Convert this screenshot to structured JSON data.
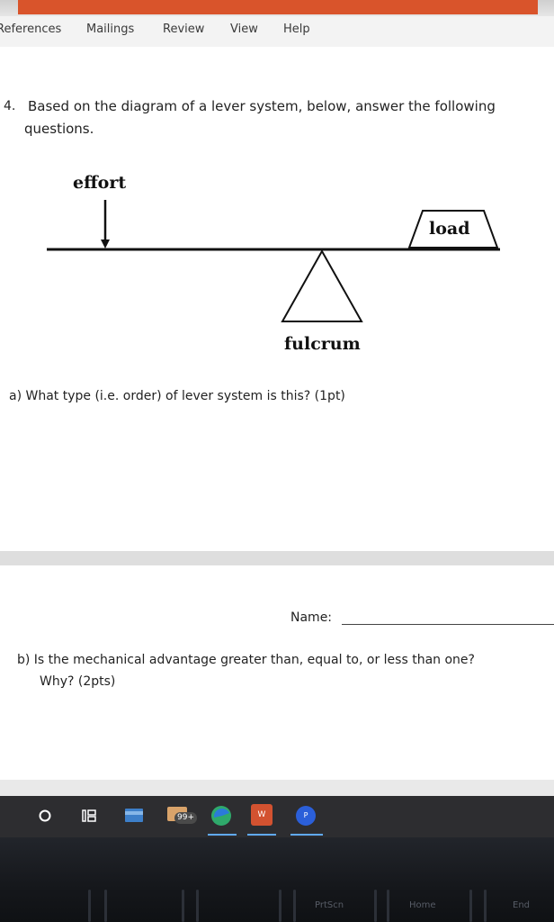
{
  "ribbon": {
    "tabs": [
      "References",
      "Mailings",
      "Review",
      "View",
      "Help"
    ]
  },
  "question4": {
    "number": "4.",
    "line1": "Based on the diagram of a lever system, below, answer the following",
    "line2": "questions."
  },
  "diagram": {
    "effort_label": "effort",
    "load_label": "load",
    "fulcrum_label": "fulcrum"
  },
  "part_a": {
    "text": "a)  What type (i.e. order) of lever system is this? (1pt)"
  },
  "name_field": {
    "label": "Name:"
  },
  "part_b": {
    "line1": "b)  Is the mechanical advantage greater than, equal to, or less than one?",
    "line2": "Why? (2pts)"
  },
  "taskbar": {
    "badge": "99+",
    "word_icon_letter": "W",
    "ppt_icon_letter": "P"
  },
  "keyboard": {
    "keys": [
      "PrtScn",
      "Home",
      "End"
    ]
  },
  "colors": {
    "accent_orange": "#d9542b",
    "taskbar": "#2d2d30",
    "word_blue": "#2b579a",
    "ppt_orange": "#d35230"
  }
}
